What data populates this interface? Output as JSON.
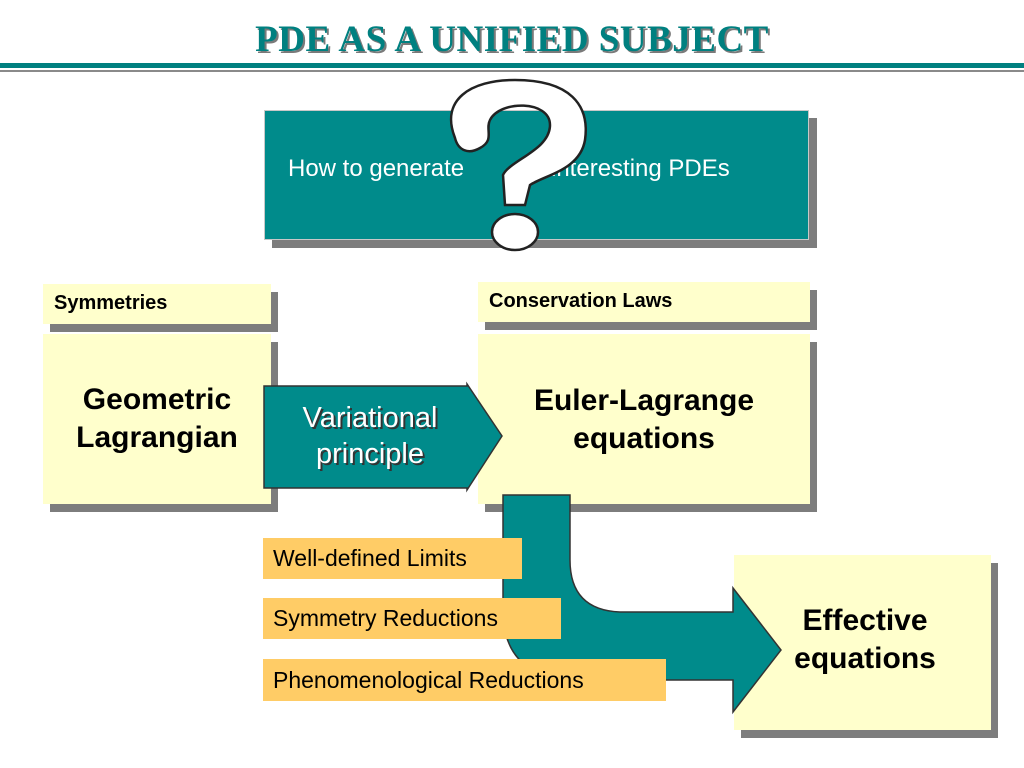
{
  "title": "PDE AS A UNIFIED SUBJECT",
  "question": {
    "left_text": "How to generate",
    "right_text": "interesting PDEs",
    "mark": "?"
  },
  "labels": {
    "symmetries": "Symmetries",
    "conservation": "Conservation Laws"
  },
  "boxes": {
    "geometric_line1": "Geometric",
    "geometric_line2": "Lagrangian",
    "variational_line1": "Variational",
    "variational_line2": "principle",
    "euler_line1": "Euler-Lagrange",
    "euler_line2": "equations",
    "effective_line1": "Effective",
    "effective_line2": "equations"
  },
  "reductions": [
    "Well-defined Limits",
    "Symmetry Reductions",
    "Phenomenological Reductions"
  ],
  "colors": {
    "teal": "#008b8b",
    "title": "#008080",
    "yellow": "#ffffcc",
    "orange": "#ffcc66"
  }
}
